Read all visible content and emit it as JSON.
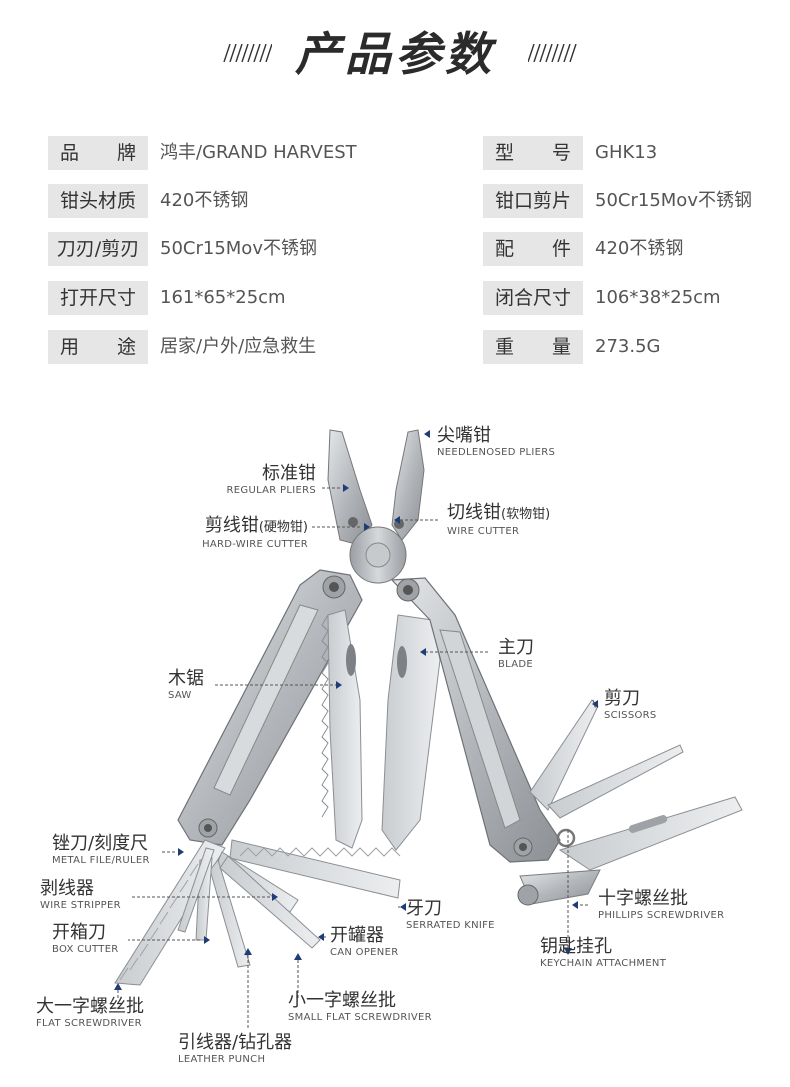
{
  "header": {
    "title": "产品参数"
  },
  "specs_left": [
    {
      "label": "品　　牌",
      "value": "鸿丰/GRAND HARVEST"
    },
    {
      "label": "钳头材质",
      "value": "420不锈钢"
    },
    {
      "label": "刀刃/剪刃",
      "value": "50Cr15Mov不锈钢"
    },
    {
      "label": "打开尺寸",
      "value": "161*65*25cm"
    },
    {
      "label": "用　　途",
      "value": "居家/户外/应急救生"
    }
  ],
  "specs_right": [
    {
      "label": "型　　号",
      "value": "GHK13"
    },
    {
      "label": "钳口剪片",
      "value": "50Cr15Mov不锈钢"
    },
    {
      "label": "配　　件",
      "value": "420不锈钢"
    },
    {
      "label": "闭合尺寸",
      "value": "106*38*25cm"
    },
    {
      "label": "重　　量",
      "value": "273.5G"
    }
  ],
  "callouts": {
    "needlenose": {
      "zh": "尖嘴钳",
      "en": "NEEDLENOSED PLIERS"
    },
    "regular": {
      "zh": "标准钳",
      "en": "REGULAR PLIERS"
    },
    "hardwire": {
      "zh": "剪线钳",
      "zh_small": "(硬物钳)",
      "en": "HARD-WIRE CUTTER"
    },
    "wirecutter": {
      "zh": "切线钳",
      "zh_small": "(软物钳)",
      "en": "WIRE CUTTER"
    },
    "blade": {
      "zh": "主刀",
      "en": "BLADE"
    },
    "saw": {
      "zh": "木锯",
      "en": "SAW"
    },
    "scissors": {
      "zh": "剪刀",
      "en": "SCISSORS"
    },
    "file": {
      "zh": "锉刀/刻度尺",
      "en": "METAL FILE/RULER"
    },
    "stripper": {
      "zh": "剥线器",
      "en": "WIRE STRIPPER"
    },
    "serrated": {
      "zh": "牙刀",
      "en": "SERRATED KNIFE"
    },
    "phillips": {
      "zh": "十字螺丝批",
      "en": "PHILLIPS SCREWDRIVER"
    },
    "boxcutter": {
      "zh": "开箱刀",
      "en": "BOX CUTTER"
    },
    "canopener": {
      "zh": "开罐器",
      "en": "CAN OPENER"
    },
    "keychain": {
      "zh": "钥匙挂孔",
      "en": "KEYCHAIN ATTACHMENT"
    },
    "flat": {
      "zh": "大一字螺丝批",
      "en": "FLAT SCREWDRIVER"
    },
    "smallflat": {
      "zh": "小一字螺丝批",
      "en": "SMALL FLAT SCREWDRIVER"
    },
    "punch": {
      "zh": "引线器/钻孔器",
      "en": "LEATHER PUNCH"
    }
  },
  "colors": {
    "label_bg": "#e6e6e6",
    "marker": "#1f3c78",
    "steel": "#b8bcc0"
  }
}
